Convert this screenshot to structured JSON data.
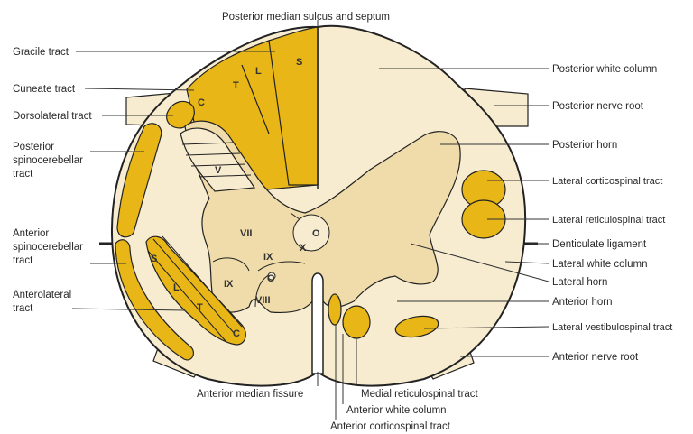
{
  "colors": {
    "white_matter": "#f7ecd0",
    "gray_matter": "#efdcaa",
    "tract_yellow": "#e8b617",
    "outline": "#222222"
  },
  "labels": {
    "posterior_median": "Posterior median sulcus and septum",
    "gracile": "Gracile tract",
    "cuneate": "Cuneate tract",
    "dorsolateral": "Dorsolateral tract",
    "post_spino_1": "Posterior",
    "post_spino_2": "spinocerebellar",
    "post_spino_3": "tract",
    "ant_spino_1": "Anterior",
    "ant_spino_2": "spinocerebellar",
    "ant_spino_3": "tract",
    "anterolateral_1": "Anterolateral",
    "anterolateral_2": "tract",
    "posterior_white_column": "Posterior white column",
    "posterior_nerve_root": "Posterior nerve root",
    "posterior_horn": "Posterior horn",
    "lat_corticospinal": "Lateral corticospinal tract",
    "lat_reticulospinal": "Lateral reticulospinal tract",
    "denticulate": "Denticulate ligament",
    "lateral_white_column": "Lateral white column",
    "lateral_horn": "Lateral horn",
    "anterior_horn": "Anterior horn",
    "lat_vestibulospinal": "Lateral vestibulospinal tract",
    "anterior_nerve_root": "Anterior nerve root",
    "anterior_median_fissure": "Anterior median fissure",
    "medial_reticulospinal": "Medial reticulospinal tract",
    "anterior_white_column": "Anterior white column",
    "anterior_corticospinal": "Anterior corticospinal tract"
  },
  "inner_labels": {
    "S": "S",
    "L": "L",
    "T": "T",
    "C": "C",
    "V": "V",
    "VII": "VII",
    "IX_left": "IX",
    "VIII": "VIII",
    "IX_mid": "IX",
    "X": "X",
    "O_small": "O",
    "O_large": "O",
    "ant_S": "S",
    "ant_L": "L",
    "ant_T": "T",
    "ant_C": "C"
  }
}
